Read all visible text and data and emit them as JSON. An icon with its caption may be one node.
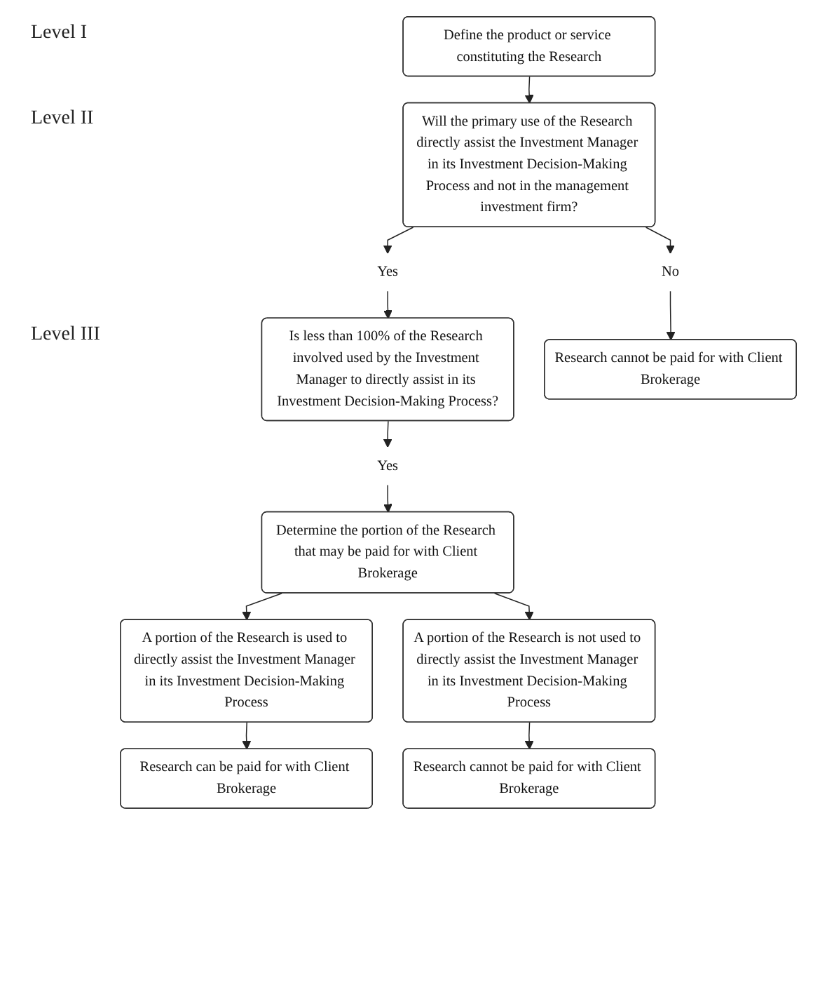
{
  "diagram": {
    "nodes": [
      {
        "text": [
          "Define the product or service constituting the Research"
        ]
      },
      {
        "text": [
          "Will the primary use of the Research directly assist the Investment Manager in its Investment Decision-Making Process and not in the management investment firm?"
        ]
      },
      {
        "text": [
          "No"
        ]
      },
      {
        "text": [
          "Research cannot be paid for with Client Brokerage"
        ]
      },
      {
        "text": [
          "Yes"
        ]
      },
      {
        "text": [
          "Is less than 100% of the Research involved used by the Investment Manager to directly assist in its Investment Decision-Making Process?"
        ]
      },
      {
        "text": [
          "Yes"
        ]
      },
      {
        "text": [
          "Determine the portion of the Research that may be paid for with Client Brokerage"
        ]
      },
      {
        "text": [
          "A portion of the Research is used to directly assist the Investment Manager in its Investment Decision-Making Process"
        ]
      },
      {
        "text": [
          "A portion of the Research is not used to directly assist the Investment Manager in its Investment Decision-Making Process"
        ]
      },
      {
        "text": [
          "Research can be paid for with Client Brokerage"
        ]
      },
      {
        "text": [
          "Research cannot be paid for with Client Brokerage"
        ]
      }
    ],
    "edges": [
      {
        "from": 0,
        "to": 1,
        "arrow": "to"
      },
      {
        "from": 1,
        "to": 2,
        "arrow": "to"
      },
      {
        "from": 2,
        "to": 3,
        "arrow": "to"
      },
      {
        "from": 1,
        "to": 4,
        "arrow": "to"
      },
      {
        "from": 4,
        "to": 5,
        "arrow": "to"
      },
      {
        "from": 5,
        "to": 6,
        "arrow": "to"
      },
      {
        "from": 6,
        "to": 7,
        "arrow": "to"
      },
      {
        "from": 7,
        "to": 8,
        "arrow": "to"
      },
      {
        "from": 7,
        "to": 9,
        "arrow": "to"
      },
      {
        "from": 8,
        "to": 10,
        "arrow": "to"
      },
      {
        "from": 9,
        "to": 11,
        "arrow": "to"
      }
    ],
    "labels": [
      "Level I",
      "Level II",
      "Level III"
    ]
  }
}
